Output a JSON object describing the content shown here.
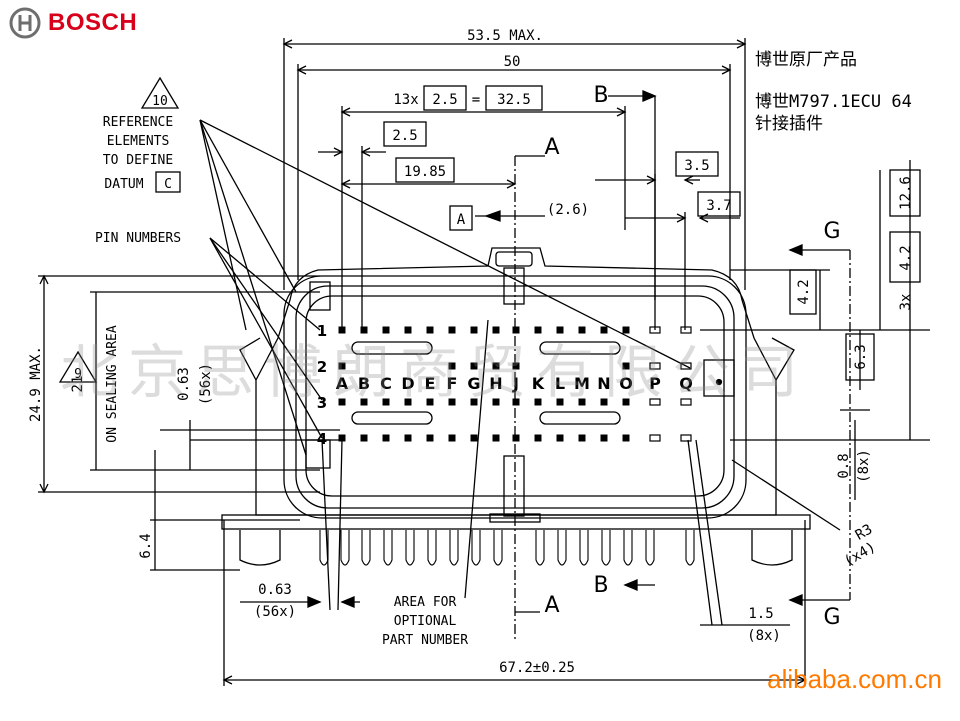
{
  "brand": {
    "name": "BOSCH",
    "color": "#d8001a"
  },
  "notes": {
    "line1": "博世原厂产品",
    "line2": "博世M797.1ECU 64",
    "line3": "针接插件"
  },
  "watermark": "北京思博朗商贸有限公司",
  "footer_brand": "alibaba.com.cn",
  "labels": {
    "reference_elements": [
      "REFERENCE",
      "ELEMENTS",
      "TO DEFINE"
    ],
    "datum": "DATUM",
    "datum_letter": "C",
    "triangle_10": "10",
    "pin_numbers": "PIN NUMBERS",
    "on_sealing_area": "ON SEALING AREA",
    "triangle_9": "9",
    "area_for_optional": [
      "AREA FOR",
      "OPTIONAL",
      "PART NUMBER"
    ]
  },
  "dimensions": {
    "max_width": "53.5 MAX.",
    "width_50": "50",
    "pitch_count": "13x",
    "pitch": "2.5",
    "pitch_total": "32.5",
    "d_2_5": "2.5",
    "d_19_85": "19.85",
    "d_3_5": "3.5",
    "d_3_7": "3.7",
    "d_2_6": "(2.6)",
    "datum_a": "A",
    "section_a": "A",
    "section_b": "B",
    "section_g": "G",
    "d_4_2": "4.2",
    "d_3x_4_2": "4.2",
    "d_3x": "3x",
    "d_12_6": "12.6",
    "d_6_3": "6.3",
    "height_max": "24.9 MAX.",
    "d_21": "21",
    "d_0_63_v": "0.63",
    "d_56x_v": "(56x)",
    "d_0_8": "0.8",
    "d_8x_v": "(8x)",
    "d_r3": "R3",
    "d_x4": "(x4)",
    "d_6_4": "6.4",
    "d_0_63_h": "0.63",
    "d_56x_h": "(56x)",
    "d_1_5": "1.5",
    "d_8x_h": "(8x)",
    "total_width": "67.2±0.25"
  },
  "row_numbers": [
    "1",
    "2",
    "3",
    "4"
  ],
  "column_letters": [
    "A",
    "B",
    "C",
    "D",
    "E",
    "F",
    "G",
    "H",
    "J",
    "K",
    "L",
    "M",
    "N",
    "O",
    "P",
    "Q"
  ]
}
